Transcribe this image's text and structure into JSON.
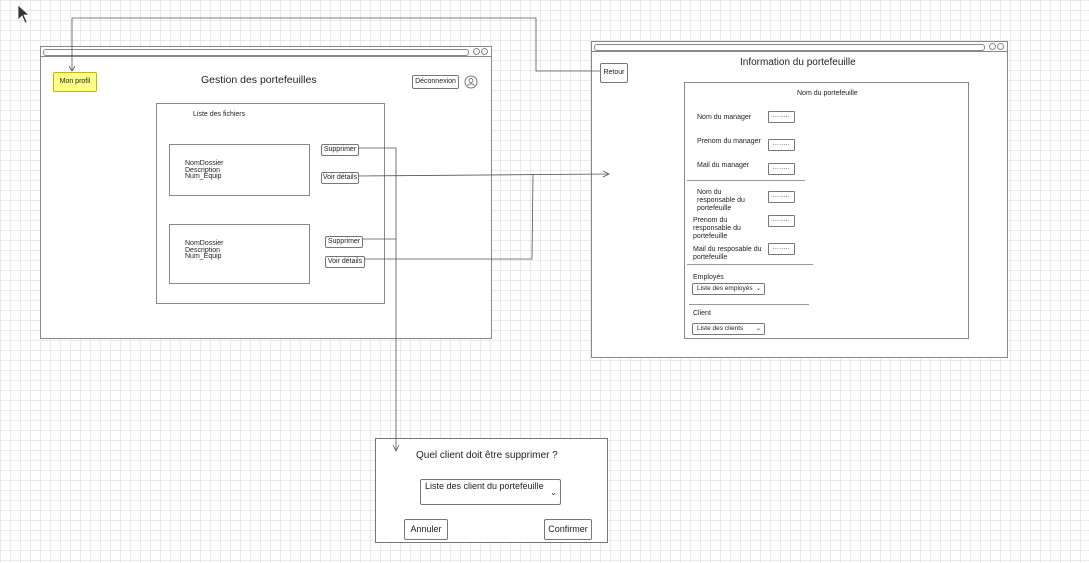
{
  "left_window": {
    "title": "Gestion des portefeuilles",
    "profile_button": "Mon profil",
    "logout_button": "Déconnexion",
    "files_panel_title": "Liste des fichiers",
    "cards": [
      {
        "line1": "NomDossier",
        "line2": "Description",
        "line3": "Num_Equip",
        "delete": "Supprimer",
        "details": "Voir détails"
      },
      {
        "line1": "NomDossier",
        "line2": "Description",
        "line3": "Num_Equip",
        "delete": "Supprimer",
        "details": "Voir détails"
      }
    ]
  },
  "right_window": {
    "title": "Information du portefeuille",
    "back_button": "Retour",
    "panel_title": "Nom du portefeuille",
    "fields": [
      {
        "label": "Nom du manager",
        "value": "........"
      },
      {
        "label": "Prenom du manager",
        "value": "........"
      },
      {
        "label": "Mail du manager",
        "value": "........"
      },
      {
        "label": "Nom du responsable du portefeuille",
        "value": "........"
      },
      {
        "label": "Prenom du responsable du portefeuille",
        "value": "........"
      },
      {
        "label": "Mail du resposable du portefeuille",
        "value": "........"
      }
    ],
    "employees_label": "Employés",
    "employees_select": "Liste des employés",
    "client_label": "Client",
    "client_select": "Liste des clients"
  },
  "dialog": {
    "question": "Quel client doit être supprimer ?",
    "select": "Liste des client du portefeuille",
    "cancel": "Annuler",
    "confirm": "Confirmer"
  },
  "icons": [
    "cursor-icon",
    "user-icon",
    "chevron-down-icon",
    "arrow-icon"
  ],
  "colors": {
    "profile_button_bg": "#ffff88",
    "border": "#777777",
    "grid": "#e9e9e9"
  }
}
